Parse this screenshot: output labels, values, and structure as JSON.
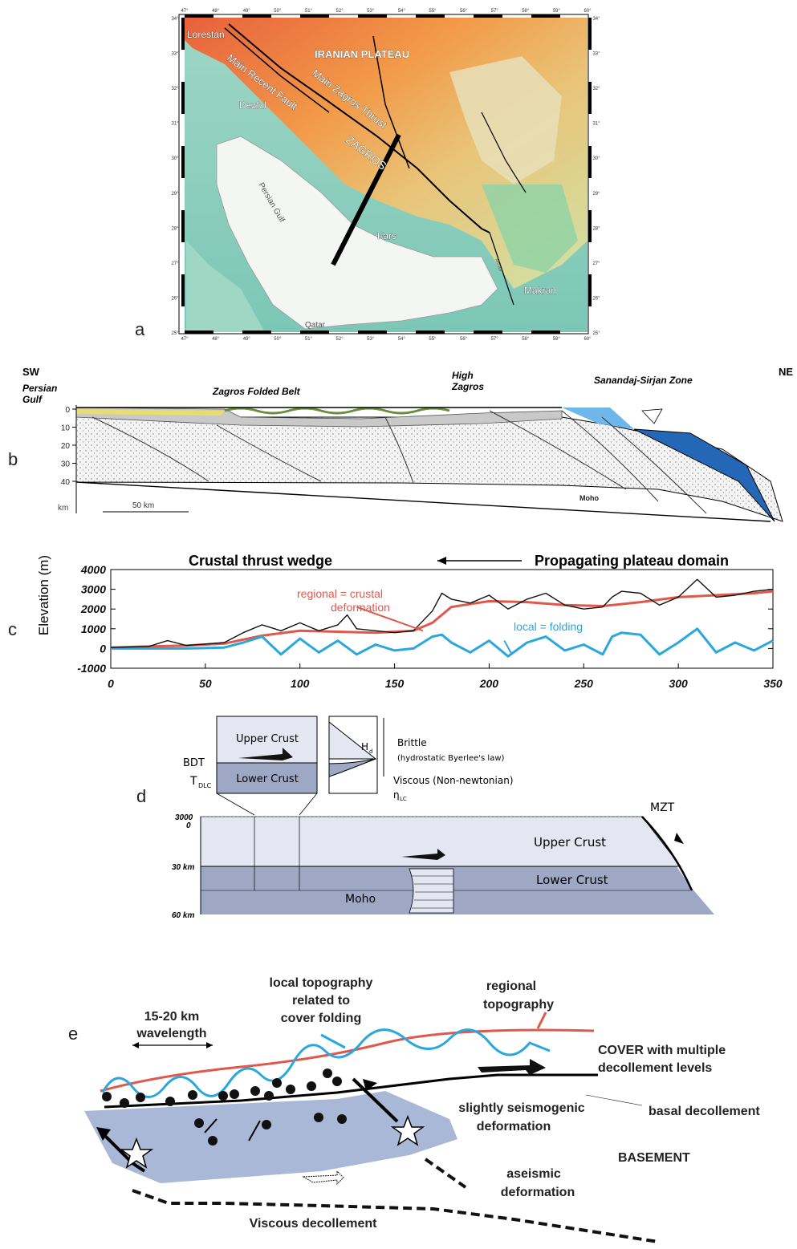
{
  "panel_a": {
    "panel_letter": "a",
    "lat_ticks": [
      "34°",
      "33°",
      "32°",
      "31°",
      "30°",
      "29°",
      "28°",
      "27°",
      "26°",
      "25°"
    ],
    "lon_ticks": [
      "47°",
      "48°",
      "49°",
      "50°",
      "51°",
      "52°",
      "53°",
      "54°",
      "55°",
      "56°",
      "57°",
      "58°",
      "59°",
      "60°"
    ],
    "place_labels": {
      "lorestan": "Lorestan",
      "mrf": "Main Recent Fault",
      "plateau": "IRANIAN PLATEAU",
      "mzt": "Main Zagros Thrust",
      "dezful": "Dezful",
      "zagros": "ZAGROS",
      "gulf": "Persian Gulf",
      "fars": "Fars",
      "qatar": "Qatar",
      "makran": "Makran",
      "minab": "Minab"
    }
  },
  "panel_b": {
    "panel_letter": "b",
    "sw": "SW",
    "ne": "NE",
    "gulf": "Persian\nGulf",
    "gulf_line1": "Persian",
    "gulf_line2": "Gulf",
    "zfb": "Zagros Folded Belt",
    "hz1": "High",
    "hz2": "Zagros",
    "ssz": "Sanandaj-Sirjan Zone",
    "depth_ticks": [
      "0",
      "10",
      "20",
      "30",
      "40"
    ],
    "depth_unit": "km",
    "scale": "50 km",
    "moho": "Moho"
  },
  "panel_c": {
    "panel_letter": "c",
    "title_left": "Crustal thrust wedge",
    "title_right": "Propagating plateau domain",
    "regional_line1": "regional = crustal",
    "regional_line2": "deformation",
    "local_label": "local = folding",
    "colors": {
      "regional": "#e0584c",
      "local": "#2aa7dc",
      "raw": "#111111"
    }
  },
  "chart_data": {
    "type": "line",
    "title": "",
    "xlabel": "",
    "ylabel": "Elevation (m)",
    "xlim": [
      0,
      350
    ],
    "ylim": [
      -1000,
      4000
    ],
    "x_ticks": [
      0,
      50,
      100,
      150,
      200,
      250,
      300,
      350
    ],
    "y_ticks": [
      4000,
      3000,
      2000,
      1000,
      0,
      -1000
    ],
    "series": [
      {
        "name": "regional = crustal deformation",
        "x": [
          0,
          20,
          40,
          60,
          80,
          100,
          120,
          140,
          160,
          170,
          180,
          200,
          220,
          240,
          260,
          280,
          300,
          320,
          340,
          350
        ],
        "values": [
          50,
          100,
          150,
          250,
          650,
          900,
          850,
          800,
          900,
          1300,
          2100,
          2400,
          2350,
          2200,
          2150,
          2350,
          2600,
          2700,
          2800,
          2900
        ]
      },
      {
        "name": "local = folding",
        "x": [
          0,
          20,
          40,
          60,
          70,
          80,
          90,
          100,
          110,
          120,
          130,
          140,
          150,
          160,
          170,
          175,
          180,
          190,
          200,
          210,
          220,
          230,
          240,
          250,
          260,
          265,
          270,
          280,
          290,
          300,
          310,
          320,
          330,
          340,
          350
        ],
        "values": [
          0,
          0,
          0,
          50,
          300,
          600,
          -300,
          500,
          -200,
          400,
          -300,
          200,
          -100,
          0,
          600,
          700,
          300,
          -200,
          400,
          -400,
          300,
          600,
          -100,
          200,
          -300,
          600,
          800,
          700,
          -300,
          300,
          1000,
          -200,
          300,
          -100,
          400
        ]
      },
      {
        "name": "",
        "x": [
          0,
          20,
          30,
          40,
          60,
          70,
          80,
          90,
          100,
          110,
          120,
          125,
          130,
          140,
          150,
          160,
          170,
          175,
          180,
          190,
          200,
          210,
          220,
          230,
          240,
          250,
          260,
          265,
          270,
          280,
          290,
          300,
          310,
          320,
          330,
          340,
          350
        ],
        "values": [
          50,
          100,
          400,
          150,
          300,
          800,
          1200,
          900,
          1300,
          900,
          1200,
          1700,
          1000,
          900,
          800,
          900,
          1900,
          2800,
          2500,
          2300,
          2700,
          2000,
          2500,
          2800,
          2200,
          2000,
          2100,
          2600,
          2900,
          2800,
          2200,
          2600,
          3500,
          2600,
          2700,
          2900,
          3000
        ]
      }
    ]
  },
  "panel_d": {
    "panel_letter": "d",
    "inset_upper": "Upper Crust",
    "inset_lower": "Lower Crust",
    "bdt": "BDT",
    "tdlc_main": "T",
    "tdlc_sub": "DLC",
    "hd_main": "H",
    "hd_sub": "d",
    "brittle": "Brittle",
    "byerlee": "(hydrostatic Byerlee's law)",
    "viscous": "Viscous (Non-newtonian)",
    "eta_main": "η",
    "eta_sub": "LC",
    "mzt": "MZT",
    "y3000": "3000",
    "y0": "0",
    "y30": "30 km",
    "y60": "60 km",
    "upper": "Upper Crust",
    "lower": "Lower Crust",
    "moho": "Moho"
  },
  "panel_e": {
    "panel_letter": "e",
    "wl1": "15-20 km",
    "wl2": "wavelength",
    "local1": "local topography",
    "local2": "related to",
    "local3": "cover folding",
    "reg1": "regional",
    "reg2": "topography",
    "cover1": "COVER with multiple",
    "cover2": "decollement levels",
    "basal": "basal decollement",
    "seis1": "slightly seismogenic",
    "seis2": "deformation",
    "basement": "BASEMENT",
    "aseis1": "aseismic",
    "aseis2": "deformation",
    "viscous": "Viscous decollement"
  }
}
